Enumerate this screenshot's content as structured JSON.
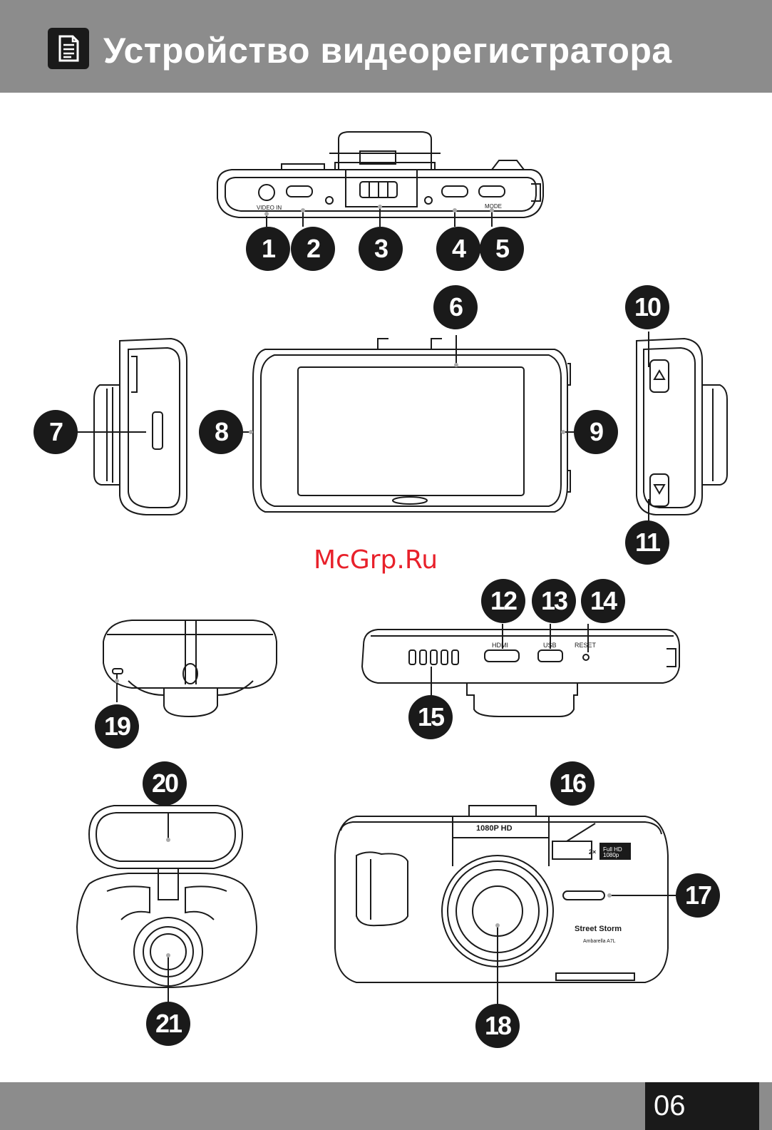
{
  "header": {
    "title": "Устройство видеорегистратора"
  },
  "footer": {
    "page_number": "06"
  },
  "watermark": "McGrp.Ru",
  "callouts": [
    "1",
    "2",
    "3",
    "4",
    "5",
    "6",
    "7",
    "8",
    "9",
    "10",
    "11",
    "12",
    "13",
    "14",
    "15",
    "16",
    "17",
    "18",
    "19",
    "20",
    "21"
  ],
  "device_labels": {
    "video_in": "VIDEO IN",
    "mode": "MODE",
    "hdmi": "HDMI",
    "usb": "USB",
    "reset": "RESET",
    "brand": "Street Storm",
    "chip": "Ambarella A7L",
    "full_hd": "Full HD",
    "resolution": "1080p",
    "zoom": "2×",
    "lens_text": "1080P HD"
  },
  "colors": {
    "header_bg": "#8c8c8c",
    "badge": "#1a1a1a",
    "watermark": "#e8212b"
  }
}
